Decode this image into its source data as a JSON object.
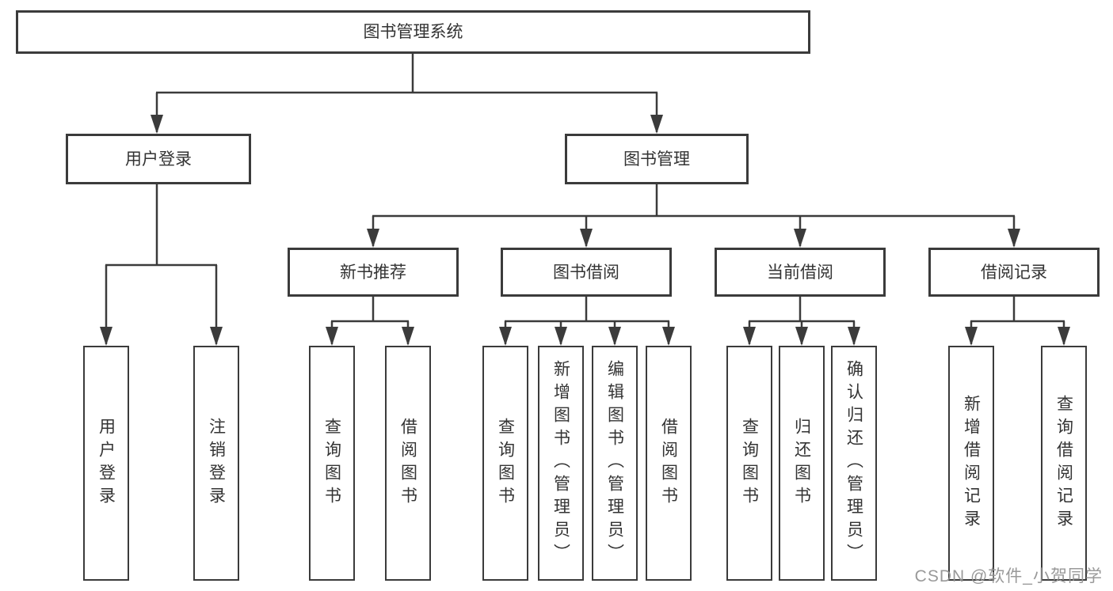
{
  "diagram": {
    "root_label": "图书管理系统",
    "user_login": {
      "label": "用户登录",
      "leaves": [
        "用户登录",
        "注销登录"
      ]
    },
    "book_mgmt": {
      "label": "图书管理",
      "groups": [
        {
          "label": "新书推荐",
          "leaves": [
            "查询图书",
            "借阅图书"
          ]
        },
        {
          "label": "图书借阅",
          "leaves": [
            "查询图书",
            "新增图书（管理员）",
            "编辑图书（管理员）",
            "借阅图书"
          ]
        },
        {
          "label": "当前借阅",
          "leaves": [
            "查询图书",
            "归还图书",
            "确认归还（管理员）"
          ]
        },
        {
          "label": "借阅记录",
          "leaves": [
            "新增借阅记录",
            "查询借阅记录"
          ]
        }
      ]
    }
  },
  "watermark": "CSDN @软件_小贺同学",
  "colors": {
    "line": "#3b3b3b",
    "text": "#333333",
    "watermark": "#949494",
    "background": "#ffffff"
  }
}
